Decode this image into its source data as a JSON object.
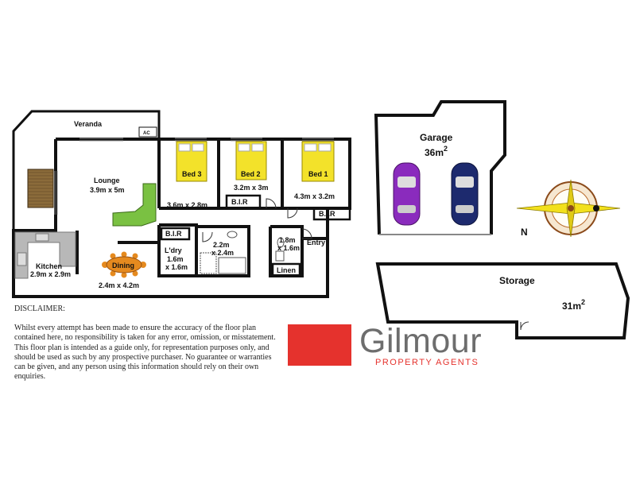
{
  "rooms": {
    "veranda": "Veranda",
    "ac": "AC",
    "lounge": "Lounge",
    "lounge_size": "3.9m x 5m",
    "bed3": "Bed 3",
    "bed3_size": "3.6m x 2.8m",
    "bed2": "Bed 2",
    "bed2_size": "3.2m x 3m",
    "bed1": "Bed 1",
    "bed1_size": "4.3m x 3.2m",
    "bir_bed2": "B.I.R",
    "bir_bed1": "B.I.R",
    "bir_laundry": "B.I.R",
    "kitchen": "Kitchen",
    "kitchen_size": "2.9m x 2.9m",
    "dining": "Dining",
    "dining_size": "2.4m x 4.2m",
    "laundry": "L'dry",
    "laundry_size_1": "1.6m",
    "laundry_size_2": "x 1.6m",
    "bath_size_1": "2.2m",
    "bath_size_2": "x 2.4m",
    "wc_size_1": "1.8m",
    "wc_size_2": "x 1.6m",
    "linen": "Linen",
    "entry": "Entry",
    "garage": "Garage",
    "garage_area": "36m",
    "garage_sup": "2",
    "storage": "Storage",
    "storage_area": "31m",
    "storage_sup": "2"
  },
  "compass": {
    "north_label": "N"
  },
  "disclaimer": {
    "title": "DISCLAIMER:",
    "text": "Whilst every attempt has been made to ensure the accuracy of the floor plan contained here, no responsibility is taken for any error, omission, or misstatement. This floor plan is intended as a guide only, for representation purposes only, and should be used as such by any prospective purchaser. No guarantee or warranties can be given, and any person using this information should rely on their own enquiries."
  },
  "logo": {
    "name": "Gilmour",
    "tagline": "PROPERTY AGENTS",
    "brand_color": "#e5322d"
  },
  "colors": {
    "wall": "#111111",
    "floor": "#ffffff",
    "bed_yellow": "#f3e22a",
    "sofa_green": "#7ac142",
    "dining_orange": "#e58a1f",
    "car_purple": "#8a2bbd",
    "car_navy": "#1d2a6e",
    "compass_yellow": "#f2e01c"
  }
}
